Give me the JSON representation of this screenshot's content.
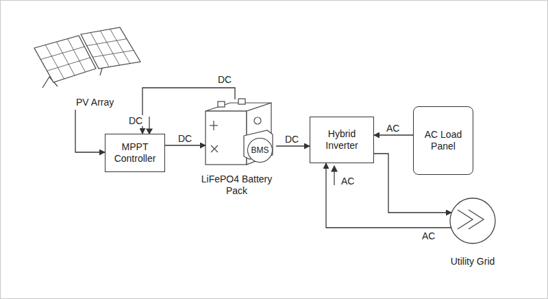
{
  "diagram": {
    "nodes": [
      {
        "text": [
          "PV Array"
        ]
      },
      {
        "text": [
          "MPPT Controller"
        ]
      },
      {
        "text": [
          "LiFePO4 Battery Pack"
        ]
      },
      {
        "text": [
          "BMS"
        ],
        "in": 2
      },
      {
        "text": [
          "Hybrid Inverter"
        ]
      },
      {
        "text": [
          "AC Load Panel"
        ]
      },
      {
        "text": [
          "Utility Grid"
        ]
      }
    ],
    "edges": [
      {
        "from": 0,
        "to": 1,
        "arrow": "to"
      },
      {
        "from": 1,
        "to": 2,
        "label": "DC",
        "arrow": "to"
      },
      {
        "from": 2,
        "to": 1,
        "label": "DC",
        "arrow": "to"
      },
      {
        "from": 2,
        "to": 4,
        "label": "DC",
        "arrow": "to"
      },
      {
        "from": 5,
        "to": 4,
        "label": "AC",
        "arrow": "to"
      },
      {
        "from": 4,
        "to": 6,
        "arrow": "to"
      },
      {
        "from": 6,
        "to": 4,
        "label": "AC",
        "arrow": "to"
      }
    ],
    "labels": [
      "DC",
      "AC"
    ]
  }
}
